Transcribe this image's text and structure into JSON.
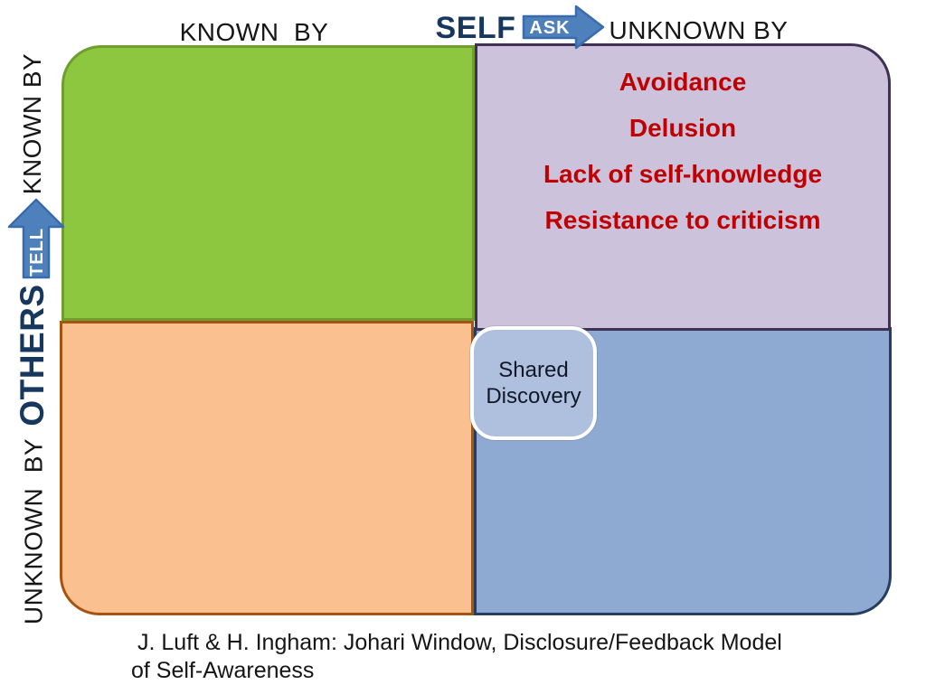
{
  "top_axis": {
    "known_by": "KNOWN  BY",
    "self": "SELF",
    "ask": "ASK",
    "unknown_by": "UNKNOWN BY"
  },
  "left_axis": {
    "known_by": "KNOWN BY",
    "tell": "TELL",
    "others": "OTHERS",
    "unknown_by": "UNKNOWN  BY"
  },
  "quadrants": {
    "open": {
      "fill": "#8dc63f",
      "border": "#6f9d30"
    },
    "blind": {
      "fill": "#ccc2dc",
      "border": "#3e3151",
      "text_color": "#c00000",
      "items": [
        "Avoidance",
        "Delusion",
        "Lack of self-knowledge",
        "Resistance to criticism"
      ]
    },
    "hidden": {
      "fill": "#fac08f",
      "border": "#a6530f"
    },
    "unknown": {
      "fill": "#8faad2",
      "border": "#243e5f"
    }
  },
  "center_box": {
    "line1": "Shared",
    "line2": "Discovery",
    "fill": "#afc0df"
  },
  "arrows": {
    "fill": "#4e80bc",
    "border": "#3a6bad"
  },
  "accent_text_color": "#17375e",
  "caption": {
    "line1": "J. Luft & H. Ingham: Johari Window, Disclosure/Feedback Model",
    "line2": "of Self-Awareness"
  }
}
